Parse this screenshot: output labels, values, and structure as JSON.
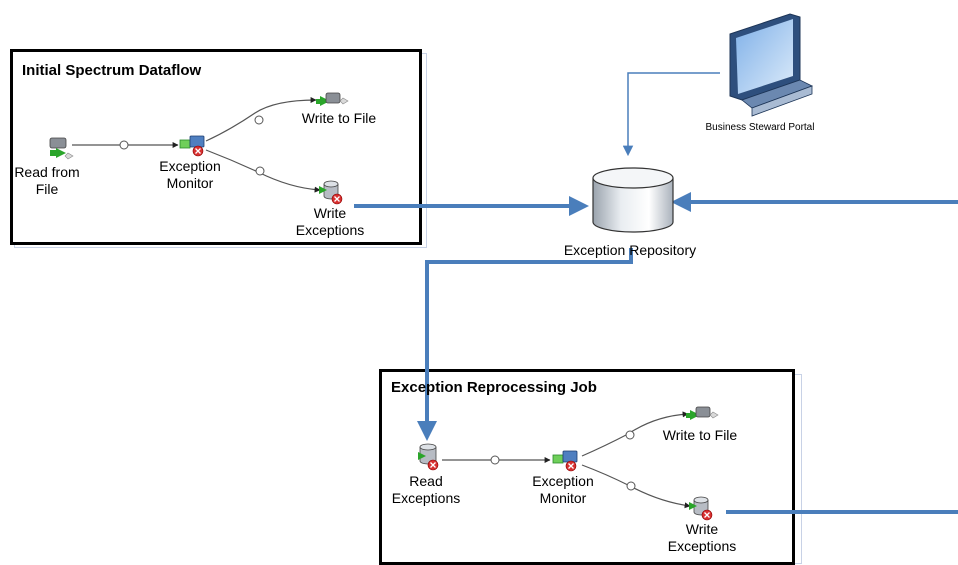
{
  "panels": {
    "initial": {
      "title": "Initial Spectrum Dataflow",
      "read_line1": "Read from",
      "read_line2": "File",
      "monitor_line1": "Exception",
      "monitor_line2": "Monitor",
      "write_file": "Write to File",
      "write_exc_line1": "Write",
      "write_exc_line2": "Exceptions"
    },
    "reprocessing": {
      "title": "Exception Reprocessing Job",
      "read_line1": "Read",
      "read_line2": "Exceptions",
      "monitor_line1": "Exception",
      "monitor_line2": "Monitor",
      "write_file": "Write to File",
      "write_exc_line1": "Write",
      "write_exc_line2": "Exceptions"
    }
  },
  "repository": {
    "label": "Exception Repository"
  },
  "portal": {
    "label": "Business Steward Portal"
  },
  "colors": {
    "connector": "#4a7ebb",
    "flow_line": "#555555",
    "frame": "#000000"
  },
  "icons": [
    "read-file-icon",
    "exception-monitor-icon",
    "write-file-icon",
    "write-exceptions-icon",
    "database-cylinder-icon",
    "monitor-computer-icon"
  ]
}
